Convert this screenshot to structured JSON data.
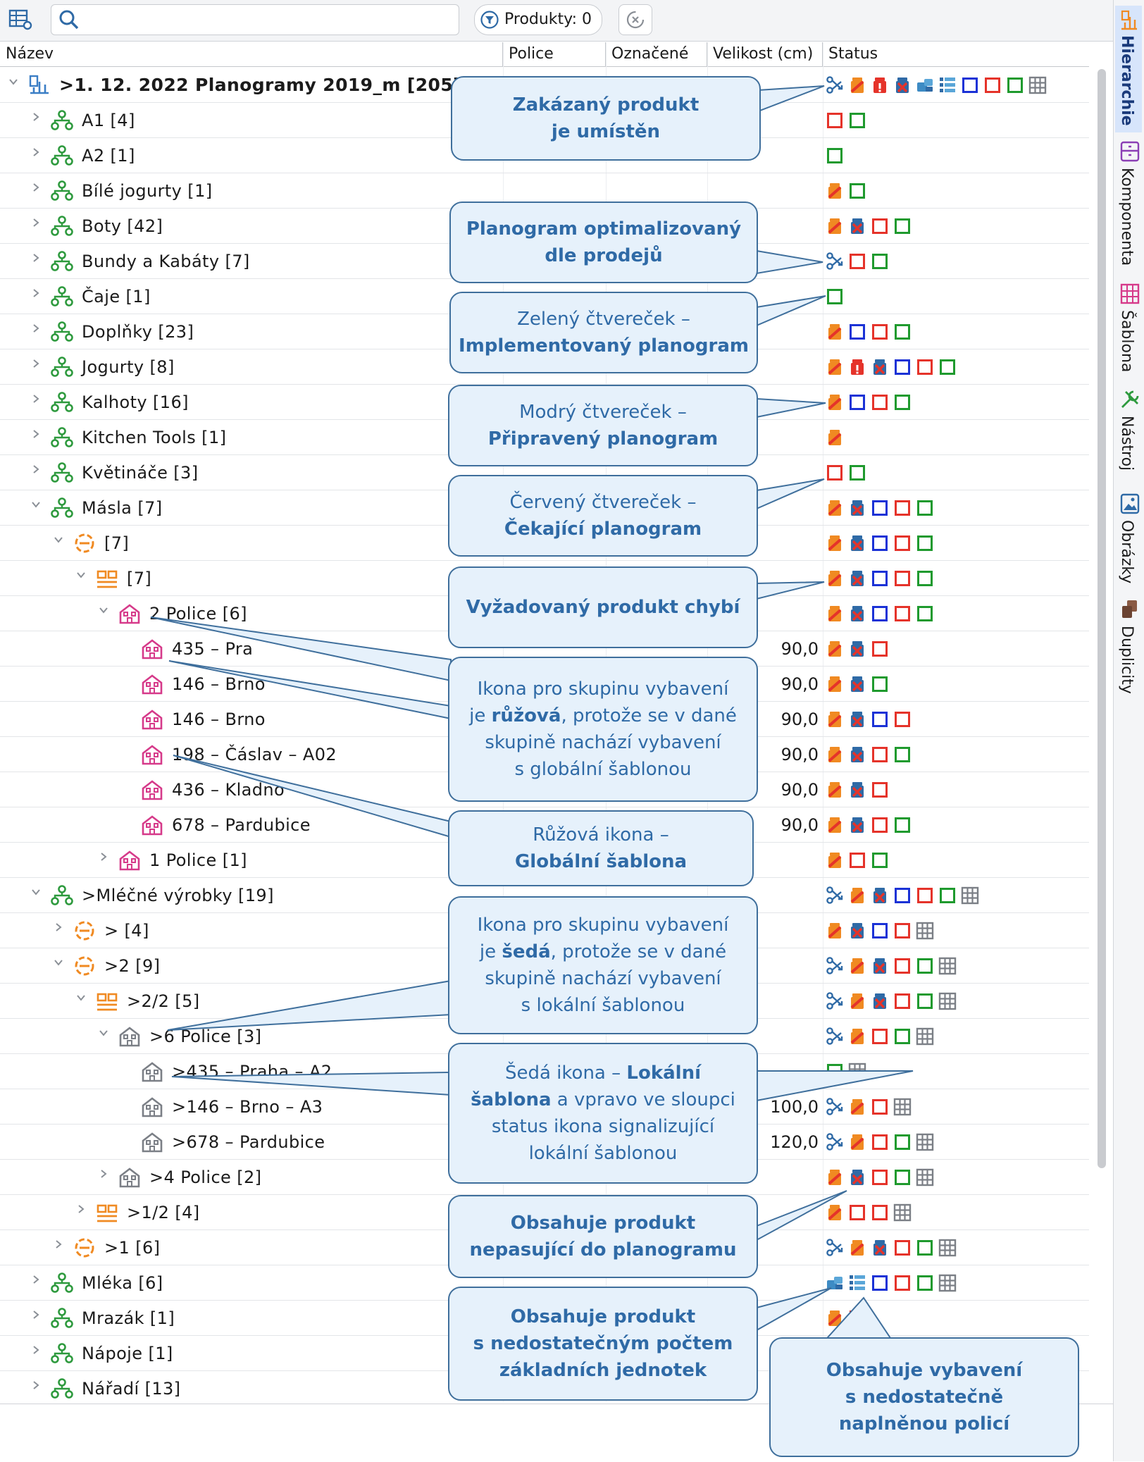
{
  "toolbar": {
    "filter_label": "Produkty: 0"
  },
  "columns": {
    "name": "Název",
    "shelf": "Police",
    "marked": "Označené",
    "size": "Velikost (cm)",
    "status": "Status"
  },
  "rows": [
    {
      "label": ">1. 12. 2022 Planogramy 2019_m [205]",
      "size": ""
    },
    {
      "label": "A1 [4]",
      "size": ""
    },
    {
      "label": "A2 [1]",
      "size": ""
    },
    {
      "label": "Bílé jogurty [1]",
      "size": ""
    },
    {
      "label": "Boty [42]",
      "size": ""
    },
    {
      "label": "Bundy a Kabáty [7]",
      "size": ""
    },
    {
      "label": "Čaje [1]",
      "size": ""
    },
    {
      "label": "Doplňky [23]",
      "size": ""
    },
    {
      "label": "Jogurty [8]",
      "size": ""
    },
    {
      "label": "Kalhoty [16]",
      "size": ""
    },
    {
      "label": "Kitchen Tools [1]",
      "size": ""
    },
    {
      "label": "Květináče [3]",
      "size": ""
    },
    {
      "label": "Másla [7]",
      "size": ""
    },
    {
      "label": "[7]",
      "size": ""
    },
    {
      "label": "[7]",
      "size": ""
    },
    {
      "label": "2 Police [6]",
      "size": ""
    },
    {
      "label": "435 – Pra",
      "size": "90,0"
    },
    {
      "label": "146 – Brno",
      "size": "90,0"
    },
    {
      "label": "146 – Brno",
      "size": "90,0"
    },
    {
      "label": "198 – Čáslav – A02",
      "size": "90,0"
    },
    {
      "label": "436 – Kladno",
      "size": "90,0"
    },
    {
      "label": "678 – Pardubice",
      "size": "90,0"
    },
    {
      "label": "1 Police [1]",
      "size": ""
    },
    {
      "label": ">Mléčné výrobky [19]",
      "size": ""
    },
    {
      "label": "> [4]",
      "size": ""
    },
    {
      "label": ">2 [9]",
      "size": ""
    },
    {
      "label": ">2/2 [5]",
      "size": ""
    },
    {
      "label": ">6 Police [3]",
      "size": ""
    },
    {
      "label": ">435 – Praha – A2",
      "size": ""
    },
    {
      "label": ">146 – Brno – A3",
      "size": "100,0"
    },
    {
      "label": ">678 – Pardubice",
      "size": "120,0"
    },
    {
      "label": ">4 Police [2]",
      "size": ""
    },
    {
      "label": ">1/2 [4]",
      "size": ""
    },
    {
      "label": ">1 [6]",
      "size": ""
    },
    {
      "label": "Mléka [6]",
      "size": ""
    },
    {
      "label": "Mrazák [1]",
      "size": ""
    },
    {
      "label": "Nápoje [1]",
      "size": ""
    },
    {
      "label": "Nářadí [13]",
      "size": ""
    }
  ],
  "side_tabs": [
    "Hierarchie",
    "Komponenta",
    "Šablona",
    "Nástroj",
    "Obrázky",
    "Duplicity"
  ],
  "callouts": {
    "c1": {
      "l1": "Zakázaný produkt",
      "l2": "je umístěn"
    },
    "c2": {
      "l1": "Planogram optimalizovaný",
      "l2": "dle prodejů"
    },
    "c3": {
      "l1": "Zelený čtvereček –",
      "l2": "Implementovaný planogram"
    },
    "c4": {
      "l1": "Modrý čtvereček –",
      "l2": "Připravený planogram"
    },
    "c5": {
      "l1": "Červený čtvereček –",
      "l2": "Čekající planogram"
    },
    "c6": {
      "l1": "Vyžadovaný produkt chybí"
    },
    "c7": {
      "l1a": "Ikona pro skupinu vybavení",
      "l2a": "je ",
      "l2b": "růžová",
      "l2c": ", protože se v dané",
      "l3": "skupině nachází vybavení",
      "l4": "s globální šablonou"
    },
    "c8": {
      "l1": "Růžová ikona –",
      "l2": "Globální šablona"
    },
    "c9": {
      "l1": "Ikona pro skupinu vybavení",
      "l2a": "je ",
      "l2b": "šedá",
      "l2c": ", protože se v dané",
      "l3": "skupině nachází vybavení",
      "l4": "s lokální šablonou"
    },
    "c10": {
      "l1a": "Šedá ikona – ",
      "l1b": "Lokální",
      "l2a": "šablona",
      "l2b": " a vpravo ve sloupci",
      "l3": "status ikona signalizující",
      "l4": "lokální šablonou"
    },
    "c11": {
      "l1": "Obsahuje produkt",
      "l2": "nepasující do planogramu"
    },
    "c12": {
      "l1": "Obsahuje produkt",
      "l2": "s nedostatečným počtem",
      "l3": "základních jednotek"
    },
    "c13": {
      "l1": "Obsahuje vybavení",
      "l2": "s nedostatečně",
      "l3": "naplněnou policí"
    }
  },
  "colors": {
    "accent": "#2f6aa6",
    "callout_bg": "#e6f1fb",
    "red": "#e5332a",
    "green": "#1f9a2e",
    "blue": "#1b32d6"
  }
}
